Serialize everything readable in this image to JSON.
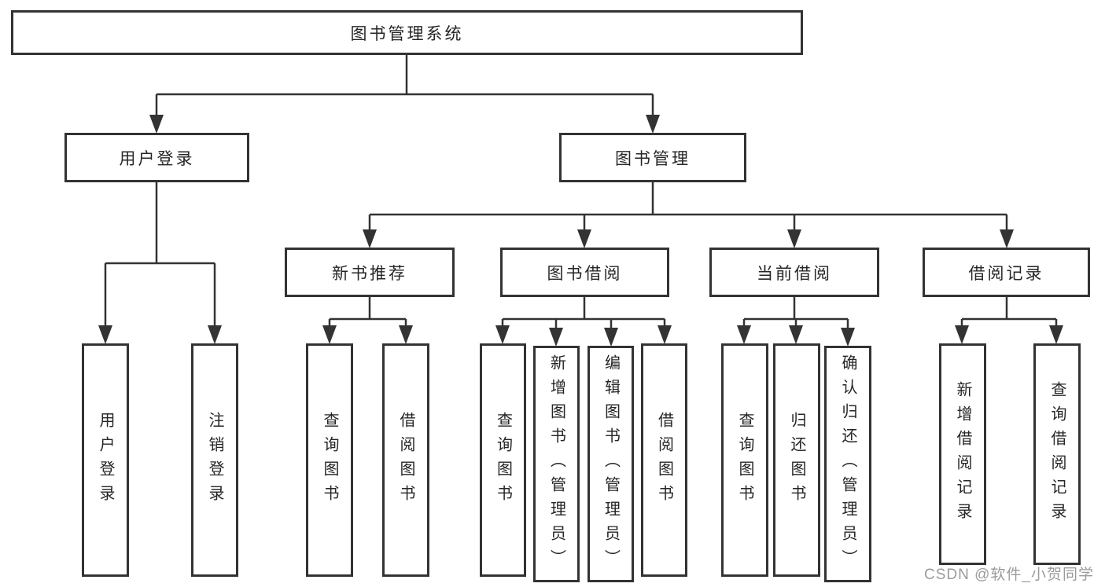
{
  "diagram": {
    "type": "tree",
    "root": {
      "label": "图书管理系统"
    },
    "branches": [
      {
        "label": "用户登录",
        "children": [
          {
            "label": "用户登录"
          },
          {
            "label": "注销登录"
          }
        ]
      },
      {
        "label": "图书管理",
        "children": [
          {
            "label": "新书推荐",
            "children": [
              {
                "label": "查询图书"
              },
              {
                "label": "借阅图书"
              }
            ]
          },
          {
            "label": "图书借阅",
            "children": [
              {
                "label": "查询图书"
              },
              {
                "label": "新增图书（管理员）"
              },
              {
                "label": "编辑图书（管理员）"
              },
              {
                "label": "借阅图书"
              }
            ]
          },
          {
            "label": "当前借阅",
            "children": [
              {
                "label": "查询图书"
              },
              {
                "label": "归还图书"
              },
              {
                "label": "确认归还（管理员）"
              }
            ]
          },
          {
            "label": "借阅记录",
            "children": [
              {
                "label": "新增借阅记录"
              },
              {
                "label": "查询借阅记录"
              }
            ]
          }
        ]
      }
    ],
    "watermark": "CSDN @软件_小贺同学",
    "colors": {
      "line": "#333333",
      "border": "#333333",
      "text": "#262626",
      "watermark": "#9b9b9b",
      "background": "#ffffff"
    }
  }
}
